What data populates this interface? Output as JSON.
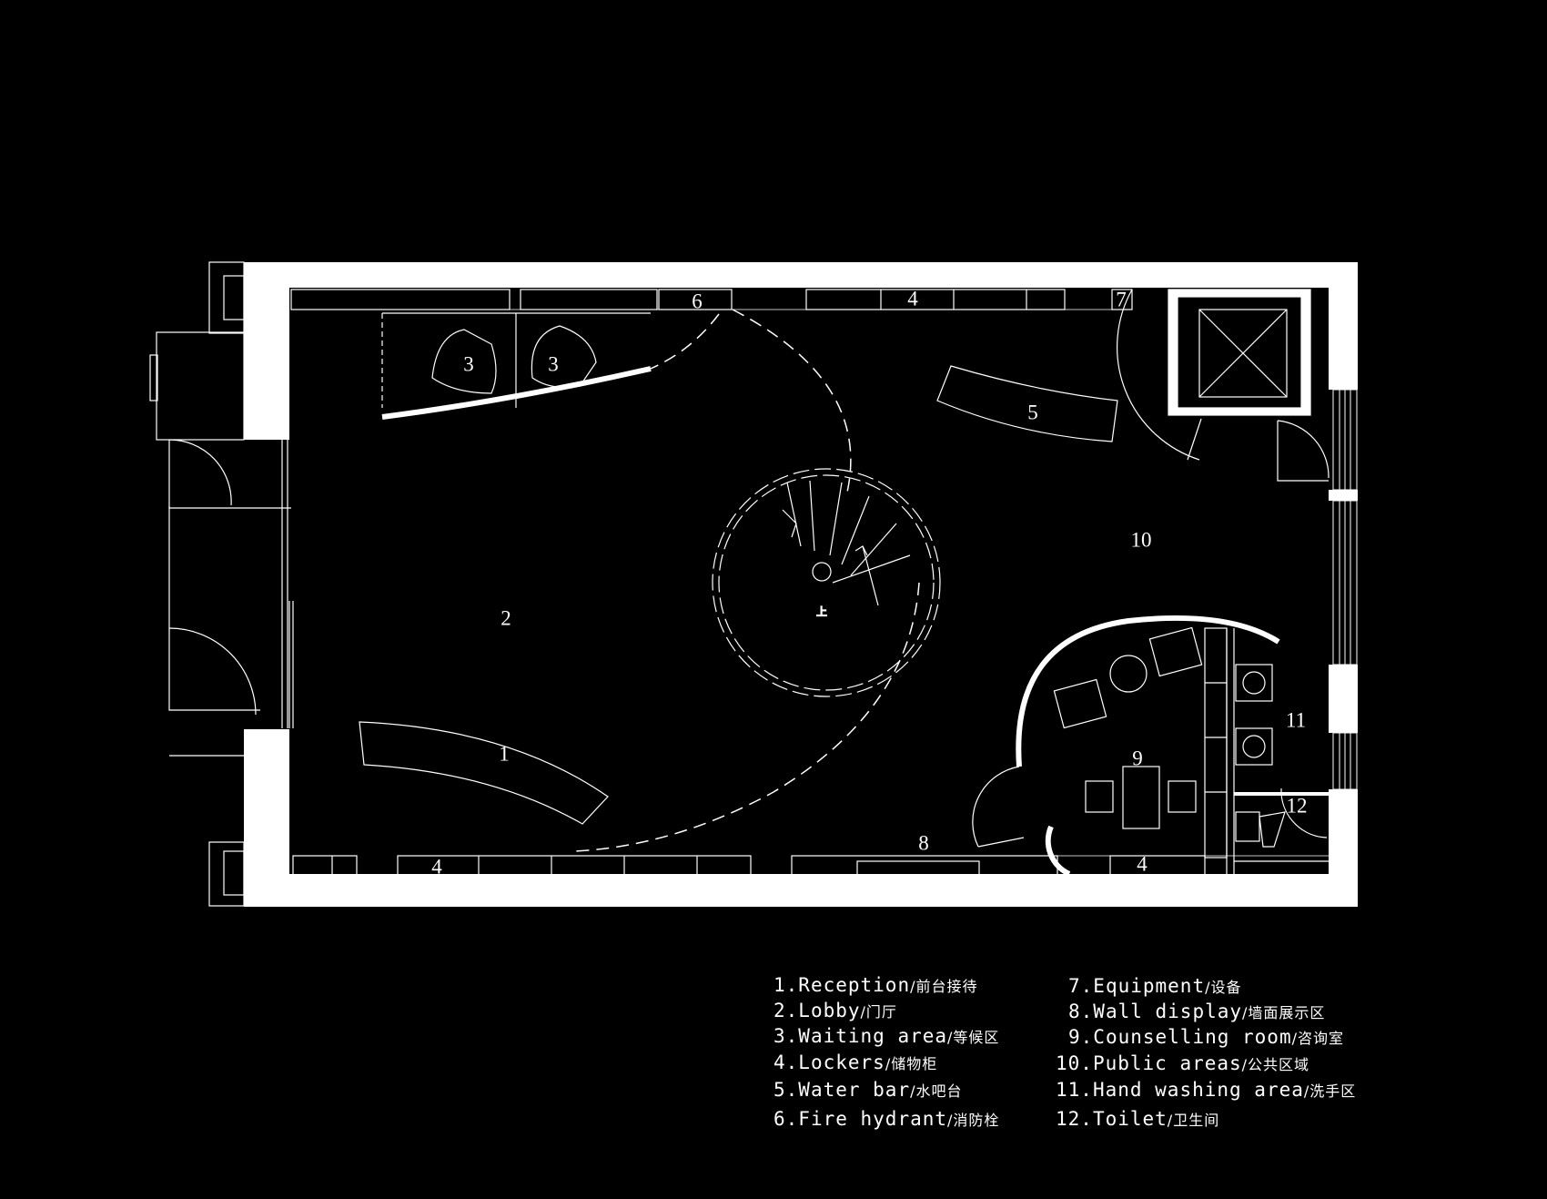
{
  "plan": {
    "room_numbers": {
      "reception": "1",
      "lobby": "2",
      "waiting_a": "3",
      "waiting_b": "3",
      "lockers_top": "4",
      "lockers_bottom_left": "4",
      "lockers_bottom_right": "4",
      "water_bar": "5",
      "fire_hydrant": "6",
      "equipment": "7",
      "wall_display": "8",
      "counselling": "9",
      "public": "10",
      "hand_washing": "11",
      "toilet": "12"
    },
    "stair_label": "上"
  },
  "legend": {
    "left": [
      {
        "num": "1.",
        "en": "Reception",
        "zh": "/前台接待"
      },
      {
        "num": "2.",
        "en": "Lobby",
        "zh": "/门厅"
      },
      {
        "num": "3.",
        "en": "Waiting area",
        "zh": "/等候区"
      },
      {
        "num": "4.",
        "en": "Lockers",
        "zh": "/储物柜"
      },
      {
        "num": "5.",
        "en": "Water bar",
        "zh": "/水吧台"
      },
      {
        "num": "6.",
        "en": "Fire hydrant",
        "zh": "/消防栓"
      }
    ],
    "right": [
      {
        "num": "7.",
        "en": "Equipment",
        "zh": "/设备"
      },
      {
        "num": "8.",
        "en": "Wall display",
        "zh": "/墙面展示区"
      },
      {
        "num": "9.",
        "en": "Counselling room",
        "zh": "/咨询室"
      },
      {
        "num": "10.",
        "en": "Public areas",
        "zh": "/公共区域"
      },
      {
        "num": "11.",
        "en": "Hand washing area",
        "zh": "/洗手区"
      },
      {
        "num": "12.",
        "en": "Toilet",
        "zh": "/卫生间"
      }
    ]
  },
  "colors": {
    "background": "#000000",
    "wall": "#ffffff",
    "line": "#ffffff"
  }
}
